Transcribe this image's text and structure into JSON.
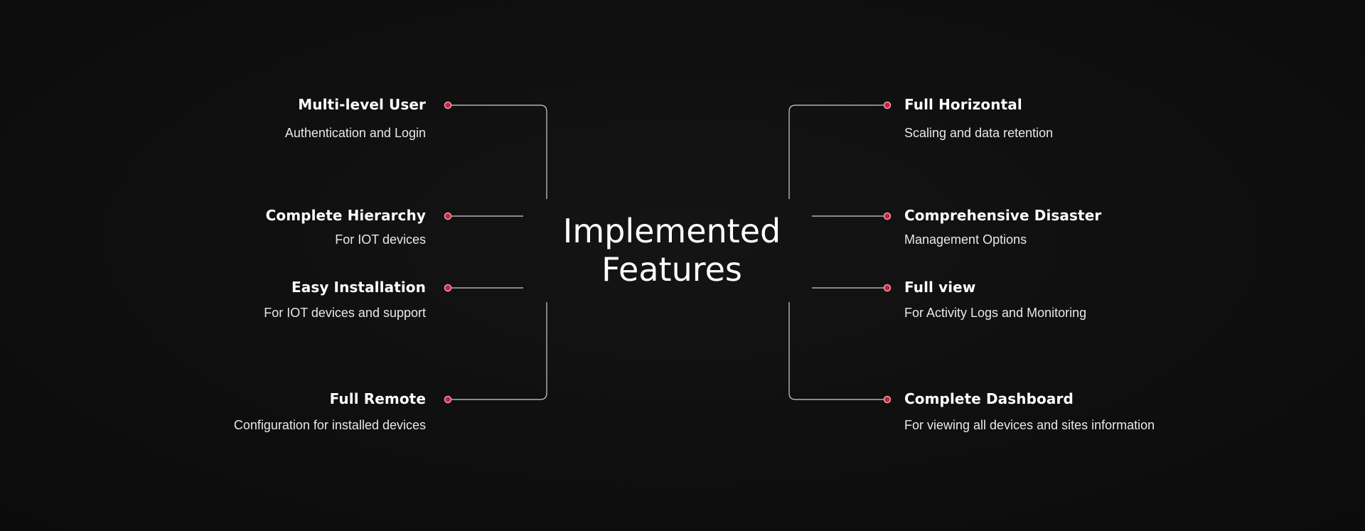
{
  "center": {
    "line1": "Implemented",
    "line2": "Features"
  },
  "features_left": [
    {
      "title": "Multi-level User",
      "desc": "Authentication and Login"
    },
    {
      "title": "Complete Hierarchy",
      "desc": "For IOT devices"
    },
    {
      "title": "Easy Installation",
      "desc": "For IOT devices and support"
    },
    {
      "title": "Full Remote",
      "desc": "Configuration for installed devices"
    }
  ],
  "features_right": [
    {
      "title": "Full Horizontal",
      "desc": "Scaling and data retention"
    },
    {
      "title": "Comprehensive Disaster",
      "desc": "Management Options"
    },
    {
      "title": "Full view",
      "desc": "For Activity Logs and Monitoring"
    },
    {
      "title": "Complete Dashboard",
      "desc": "For viewing all devices and sites information"
    }
  ],
  "colors": {
    "background": "#0f0f0f",
    "node": "#c8213f",
    "line": "#cfcfcf",
    "text": "#ffffff"
  }
}
